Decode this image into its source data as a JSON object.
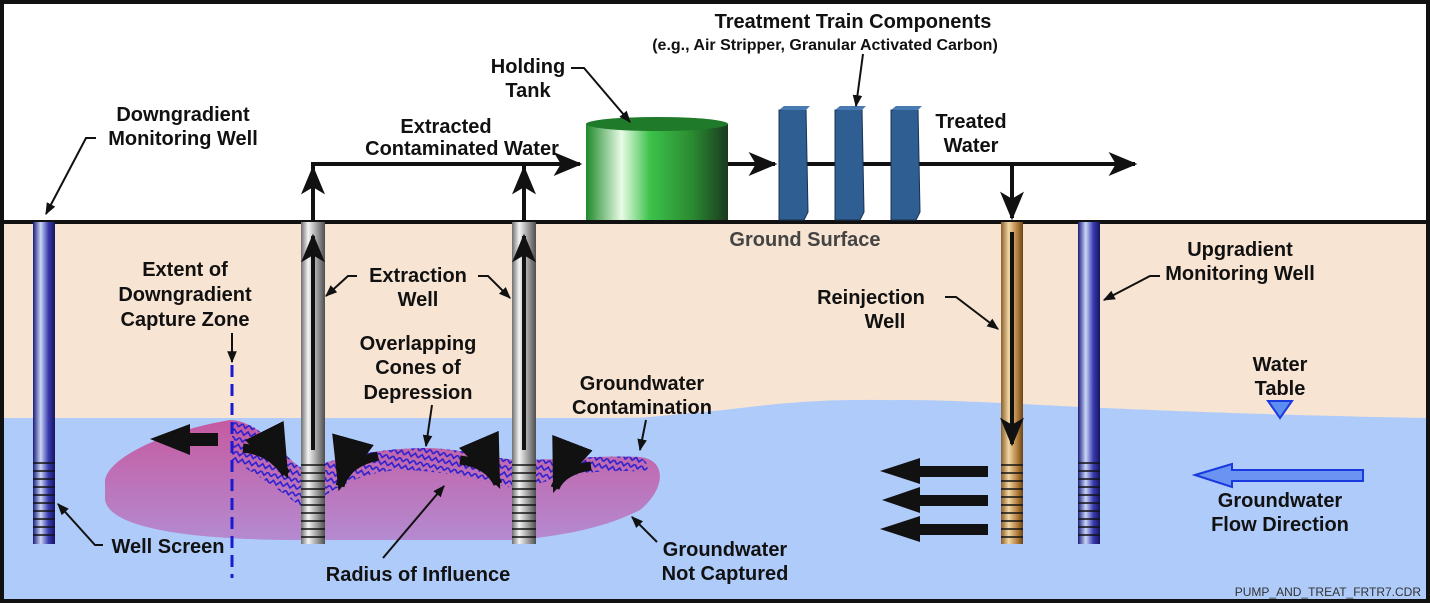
{
  "colors": {
    "sky": "#ffffff",
    "soil": "#f7e4d2",
    "water": "#aecbfa",
    "plume": "#c46aa8",
    "hatch": "#3a2bc8",
    "monitor_well": "#23238f",
    "extraction_well": "#9a9a9a",
    "reinjection_well": "#b8894a",
    "tank": "#2ea83a",
    "treatment_unit": "#2f5e93",
    "flow_arrow": "#3e6ef2"
  },
  "labels": {
    "treatment_title": "Treatment Train Components",
    "treatment_subtitle": "(e.g., Air Stripper, Granular Activated Carbon)",
    "holding_tank_1": "Holding",
    "holding_tank_2": "Tank",
    "extracted_1": "Extracted",
    "extracted_2": "Contaminated Water",
    "treated_1": "Treated",
    "treated_2": "Water",
    "down_mon_1": "Downgradient",
    "down_mon_2": "Monitoring Well",
    "ground_surface": "Ground Surface",
    "extent_1": "Extent of",
    "extent_2": "Downgradient",
    "extent_3": "Capture Zone",
    "extraction_1": "Extraction",
    "extraction_2": "Well",
    "overlap_1": "Overlapping",
    "overlap_2": "Cones of",
    "overlap_3": "Depression",
    "gw_contam_1": "Groundwater",
    "gw_contam_2": "Contamination",
    "reinjection_1": "Reinjection",
    "reinjection_2": "Well",
    "up_mon_1": "Upgradient",
    "up_mon_2": "Monitoring Well",
    "water_table_1": "Water",
    "water_table_2": "Table",
    "well_screen": "Well Screen",
    "radius": "Radius of Influence",
    "not_captured_1": "Groundwater",
    "not_captured_2": "Not Captured",
    "flow_dir_1": "Groundwater",
    "flow_dir_2": "Flow Direction",
    "filename": "PUMP_AND_TREAT_FRTR7.CDR"
  },
  "icons": {
    "water_table": "inverted-triangle",
    "flow_direction": "left-arrow-outline"
  }
}
